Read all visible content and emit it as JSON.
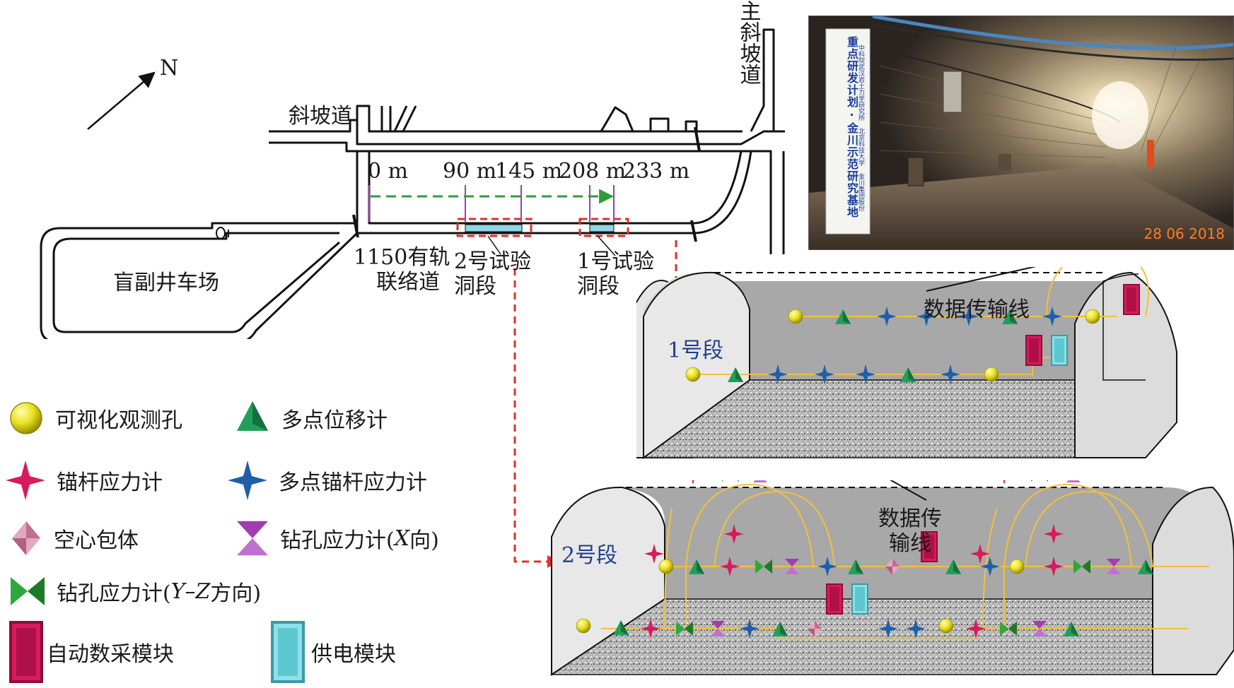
{
  "north": "N",
  "map": {
    "incline": "斜坡道",
    "main_incline": "主斜坡道",
    "shaft_yard": "盲副井车场",
    "rail_connector_line1": "1150有轨",
    "rail_connector_line2": "联络道",
    "test2_line1": "2号试验",
    "test2_line2": "洞段",
    "test1_line1": "1号试验",
    "test1_line2": "洞段",
    "marks": [
      "0 m",
      "90 m",
      "145 m",
      "208 m",
      "233 m"
    ]
  },
  "photo": {
    "sign_main": "重点研发计划·金川示范研究基地",
    "sign_sub": "中科院武汉岩土力学研究所 北京科技大学 金川集团股份有限公司",
    "date": "28 06 2018"
  },
  "section1": {
    "label": "1号段",
    "cable_label": "数据传输线"
  },
  "section2": {
    "label": "2号段",
    "cable_label_line1": "数据传",
    "cable_label_line2": "输线"
  },
  "legend": {
    "visual_hole": "可视化观测孔",
    "extensometer": "多点位移计",
    "bolt_meter": "锚杆应力计",
    "multi_bolt_meter": "多点锚杆应力计",
    "hollow_inclusion": "空心包体",
    "borehole_x_prefix": "钻孔应力计(",
    "borehole_x_axis": "X",
    "borehole_x_suffix": " 向)",
    "borehole_yz_prefix": "钻孔应力计(",
    "borehole_yz_axis": "Y–Z",
    "borehole_yz_suffix": " 方向)",
    "auto_module": "自动数采模块",
    "power_module": "供电模块"
  },
  "colors": {
    "route_arrow": "#2e9e3a",
    "callout_red": "#e0302a",
    "test_section": "#8fd6e6",
    "cable": "#f0c040",
    "sphere": "#e8e020",
    "triangle": "#1fa05a",
    "bolt_star": "#d81b5a",
    "multi_star": "#1f5fa8",
    "diamond": "#d98aa8",
    "hourglass": "#a23cb0",
    "bowtie": "#2ea83a",
    "auto_module": "#d81b5a",
    "power_module": "#5ec8d0"
  }
}
